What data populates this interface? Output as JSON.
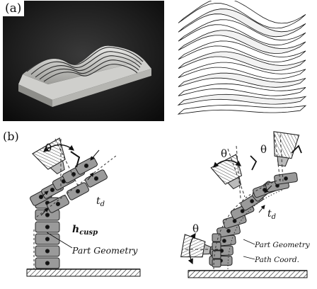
{
  "panel_a": {
    "label": "(a)"
  },
  "panel_b": {
    "label": "(b)",
    "left": {
      "theta": "θ",
      "td": "t",
      "td_sub": "d",
      "hcusp": "h",
      "hcusp_sub": "cusp",
      "part_geometry": "Part Geometry"
    },
    "right": {
      "theta_1": "θ",
      "theta_2": "θ",
      "theta_3": "θ",
      "td": "t",
      "td_sub": "d",
      "part_geometry": "Part Geometry",
      "path_coord": "Path Coord."
    }
  }
}
